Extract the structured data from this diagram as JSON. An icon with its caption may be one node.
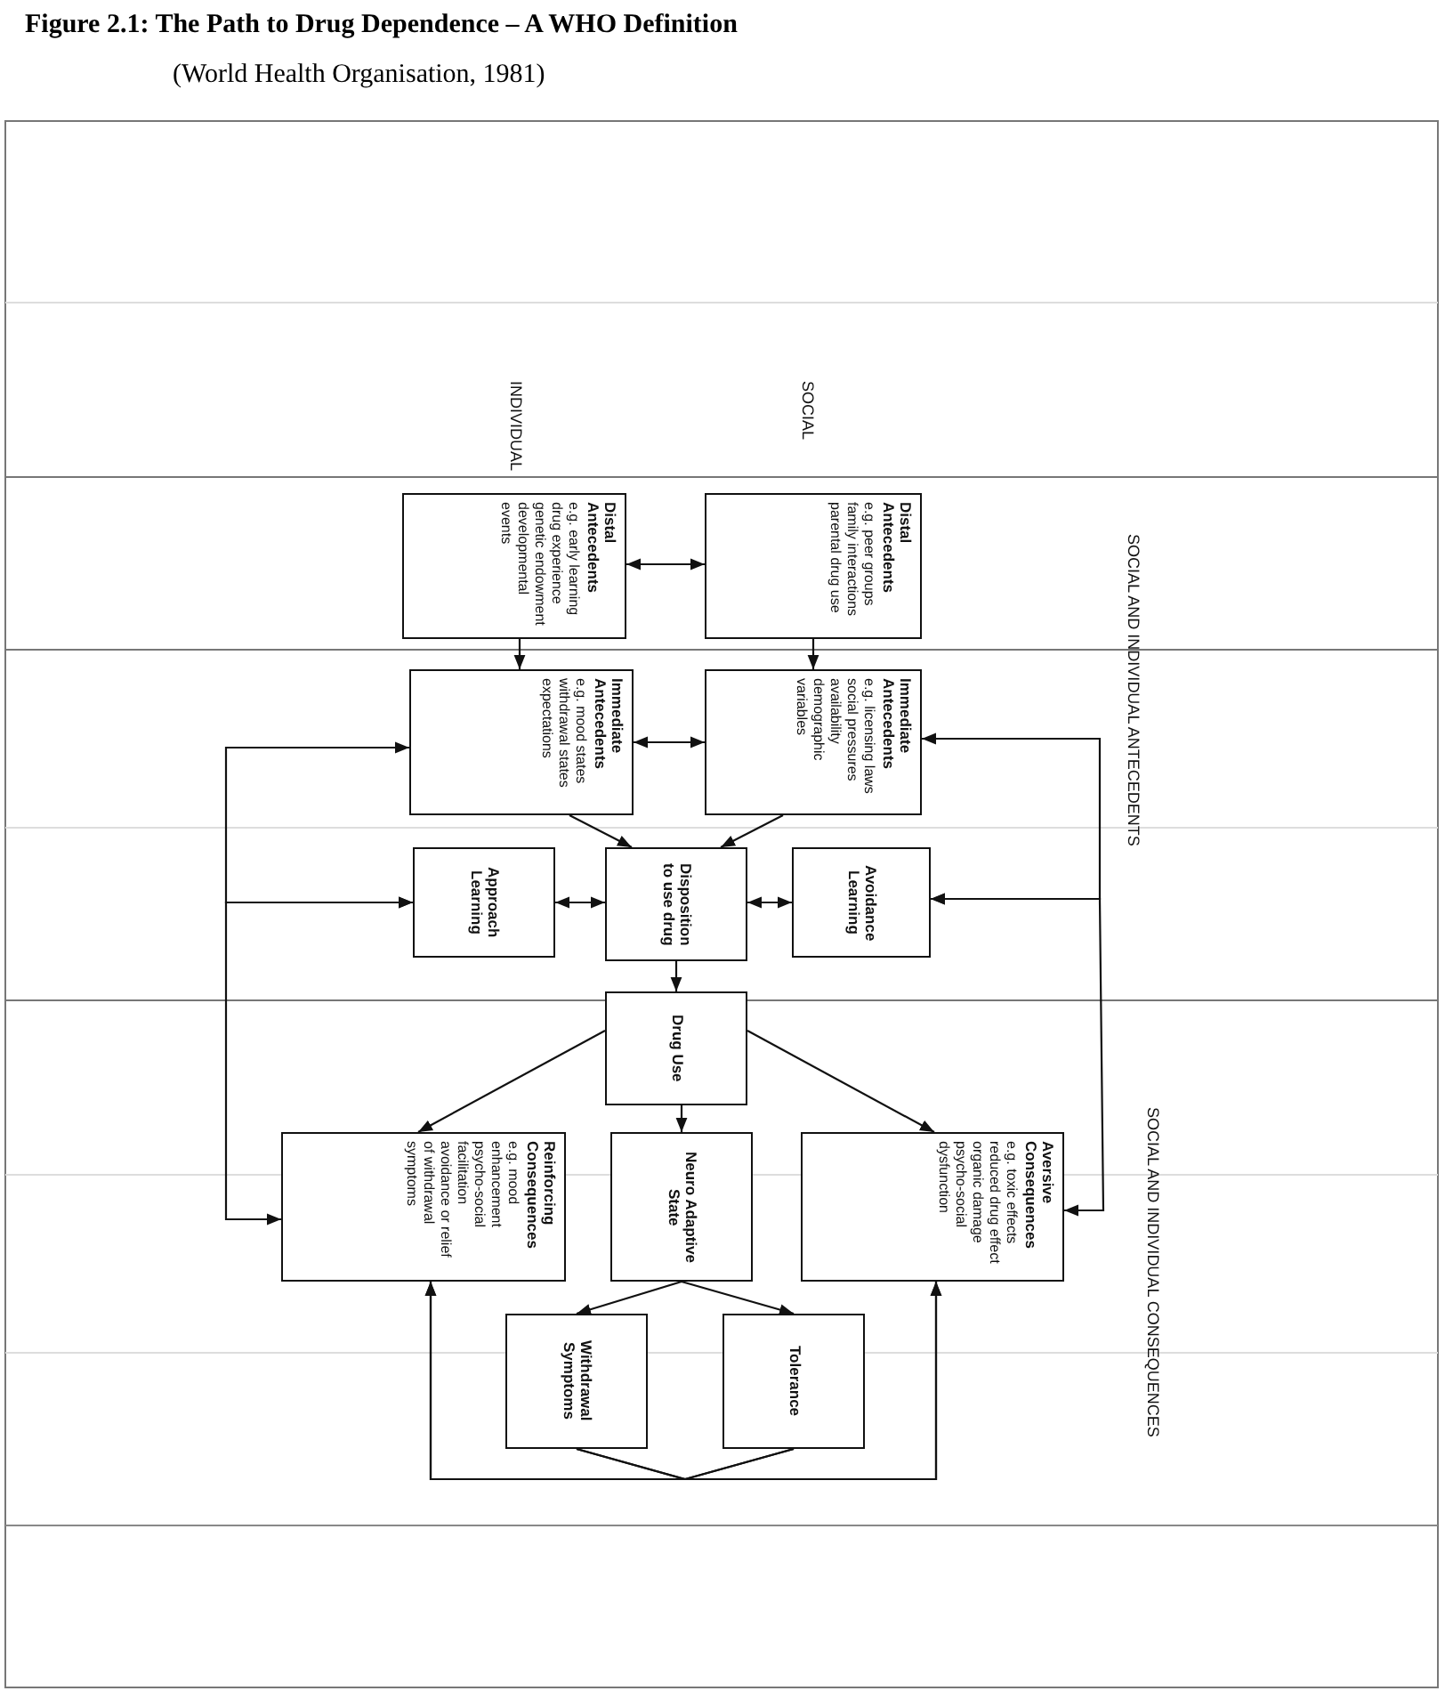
{
  "diagram": {
    "title": "Figure 2.1: The Path to Drug Dependence – A WHO Definition",
    "caption": "(World Health Organisation, 1981)",
    "nodes": [
      {
        "text": [
          "Distal Antecedents",
          "e.g. peer groups family interactions parental drug use"
        ]
      },
      {
        "text": [
          "Distal Antecedents",
          "e.g. early learning drug experience genetic endowment developmental events"
        ]
      },
      {
        "text": [
          "Immediate Antecedents",
          "e.g. licensing laws social pressures availability demographic variables"
        ]
      },
      {
        "text": [
          "Immediate Antecedents",
          "e.g. mood states withdrawal states expectations"
        ]
      },
      {
        "text": [
          "Avoidance Learning"
        ]
      },
      {
        "text": [
          "Disposition to use drug"
        ]
      },
      {
        "text": [
          "Approach Learning"
        ]
      },
      {
        "text": [
          "Drug Use"
        ]
      },
      {
        "text": [
          "Aversive Consequences",
          "e.g. toxic effects reduced drug effect organic damage psycho-social dysfunction"
        ]
      },
      {
        "text": [
          "Neuro Adaptive State"
        ]
      },
      {
        "text": [
          "Reinforcing Consequences",
          "e.g. mood enhancement psycho-social facilitation avoidance or relief of withdrawal symptoms"
        ]
      },
      {
        "text": [
          "Tolerance"
        ]
      },
      {
        "text": [
          "Withdrawal Symptoms"
        ]
      }
    ],
    "edges": [
      {
        "from": 1,
        "to": 0,
        "arrow": "both"
      },
      {
        "from": 0,
        "to": 2,
        "arrow": "to"
      },
      {
        "from": 1,
        "to": 3,
        "arrow": "to"
      },
      {
        "from": 3,
        "to": 2,
        "arrow": "both"
      },
      {
        "from": 2,
        "to": 5,
        "arrow": "to"
      },
      {
        "from": 3,
        "to": 5,
        "arrow": "to"
      },
      {
        "from": 6,
        "to": 5,
        "arrow": "both"
      },
      {
        "from": 4,
        "to": 5,
        "arrow": "both"
      },
      {
        "from": 5,
        "to": 7,
        "arrow": "to"
      },
      {
        "from": 7,
        "to": 10,
        "arrow": "to"
      },
      {
        "from": 7,
        "to": 9,
        "arrow": "to"
      },
      {
        "from": 7,
        "to": 8,
        "arrow": "to"
      },
      {
        "from": 9,
        "to": 12,
        "arrow": "to"
      },
      {
        "from": 9,
        "to": 11,
        "arrow": "to"
      },
      {
        "from": 12,
        "to": 10,
        "arrow": "to"
      },
      {
        "from": 12,
        "to": 8,
        "arrow": "to"
      },
      {
        "from": 11,
        "to": 10,
        "arrow": "to"
      },
      {
        "from": 11,
        "to": 8,
        "arrow": "to"
      },
      {
        "from": 6,
        "to": 3,
        "arrow": "both"
      },
      {
        "from": 6,
        "to": 10,
        "arrow": "both"
      },
      {
        "from": 4,
        "to": 2,
        "arrow": "both"
      },
      {
        "from": 4,
        "to": 8,
        "arrow": "both"
      }
    ],
    "labels": [
      "SOCIAL",
      "INDIVIDUAL",
      "SOCIAL AND INDIVIDUAL ANTECEDENTS",
      "SOCIAL AND INDIVIDUAL CONSEQUENCES"
    ]
  }
}
